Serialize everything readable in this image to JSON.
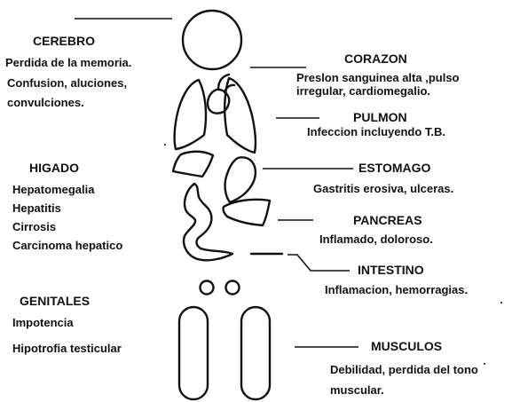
{
  "diagram": {
    "ink_color": "#111111",
    "background": "#ffffff",
    "organs": {
      "cerebro": {
        "name": "CEREBRO",
        "effects": [
          "Perdida de la memoria.",
          "Confusion, aluciones,",
          "convulciones."
        ]
      },
      "corazon": {
        "name": "CORAZON",
        "effects": [
          "Preslon sanguinea alta ,pulso",
          "irregular, cardiomegalio."
        ]
      },
      "pulmon": {
        "name": "PULMON",
        "effects": [
          "Infeccion incluyendo T.B."
        ]
      },
      "higado": {
        "name": "HIGADO",
        "effects": [
          "Hepatomegalia",
          "Hepatitis",
          "Cirrosis",
          "Carcinoma hepatico"
        ]
      },
      "estomago": {
        "name": "ESTOMAGO",
        "effects": [
          "Gastritis erosiva, ulceras."
        ]
      },
      "pancreas": {
        "name": "PANCREAS",
        "effects": [
          "Inflamado, doloroso."
        ]
      },
      "intestino": {
        "name": "INTESTINO",
        "effects": [
          "Inflamacion, hemorragias."
        ]
      },
      "genitales": {
        "name": "GENITALES",
        "effects": [
          "Impotencia",
          "Hipotrofia testicular"
        ]
      },
      "musculos": {
        "name": "MUSCULOS",
        "effects": [
          "Debilidad, perdida del tono",
          "muscular."
        ]
      }
    }
  }
}
